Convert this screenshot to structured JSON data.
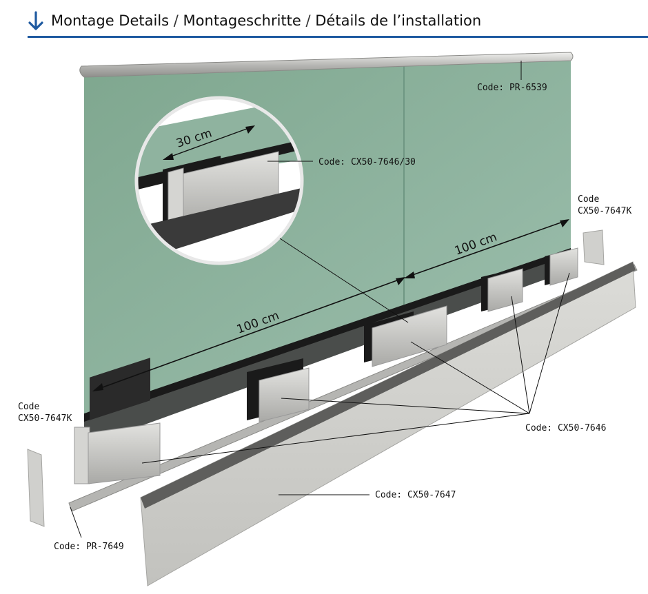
{
  "header": {
    "title_part1": "Montage Details",
    "title_part2": "Montageschritte",
    "title_part3": "Détails de l’installation",
    "separator": " / "
  },
  "labels": {
    "handrail": "Code: PR-6539",
    "clamp_30": "Code: CX50-7646/30",
    "endcap_right_line1": "Code",
    "endcap_right_line2": "CX50-7647K",
    "endcap_left_line1": "Code",
    "endcap_left_line2": "CX50-7647K",
    "clamp": "Code: CX50-7646",
    "cover_profile": "Code: CX50-7647",
    "base_rail": "Code: PR-7649"
  },
  "dimensions": {
    "zoom_span": "30 cm",
    "span_left": "100 cm",
    "span_right": "100 cm"
  },
  "colors": {
    "accent_blue": "#1f5aa0",
    "glass": "#8fb39f",
    "aluminium": "#c9c9c6"
  }
}
